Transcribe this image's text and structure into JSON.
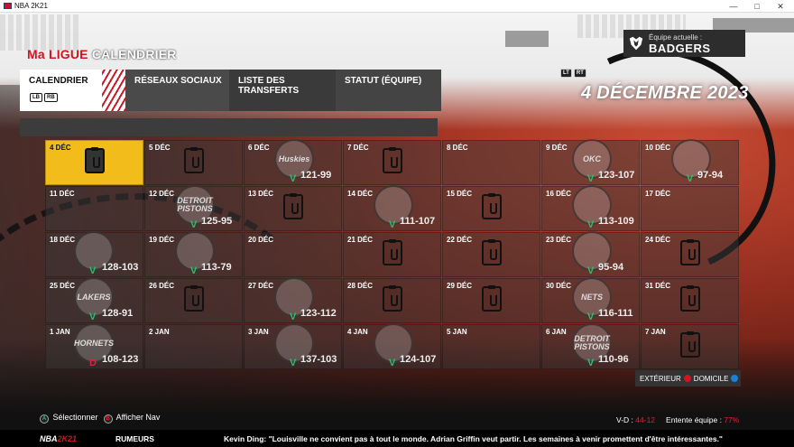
{
  "window": {
    "title": "NBA 2K21",
    "controls": [
      "—",
      "□",
      "✕"
    ]
  },
  "header": {
    "title_prefix": "Ma LIGUE",
    "title_main": "CALENDRIER"
  },
  "team": {
    "label": "Équipe actuelle :",
    "name": "BADGERS",
    "badge_icon": "badger-icon"
  },
  "tabs": [
    {
      "label": "CALENDRIER",
      "active": true,
      "hints": [
        "LB",
        "RB"
      ]
    },
    {
      "label": "RÉSEAUX SOCIAUX",
      "active": false
    },
    {
      "label": "LISTE DES TRANSFERTS",
      "active": false
    },
    {
      "label": "STATUT (ÉQUIPE)",
      "active": false
    }
  ],
  "trigger_hints": [
    "LT",
    "RT"
  ],
  "current_date": "4 DÉCEMBRE 2023",
  "calendar": [
    {
      "day": "4 DÉC",
      "type": "practice",
      "today": true
    },
    {
      "day": "5 DÉC",
      "type": "practice"
    },
    {
      "day": "6 DÉC",
      "type": "game",
      "logo": "Huskies",
      "icon": "huskies-logo-icon",
      "result": "V",
      "score": "121-99"
    },
    {
      "day": "7 DÉC",
      "type": "practice"
    },
    {
      "day": "8 DÉC",
      "type": "empty"
    },
    {
      "day": "9 DÉC",
      "type": "game",
      "logo": "OKC",
      "icon": "thunder-logo-icon",
      "result": "V",
      "score": "123-107"
    },
    {
      "day": "10 DÉC",
      "type": "game",
      "logo": "",
      "icon": "bucks-retro-logo-icon",
      "result": "V",
      "score": "97-94"
    },
    {
      "day": "11 DÉC",
      "type": "empty"
    },
    {
      "day": "12 DÉC",
      "type": "game",
      "logo": "DETROIT PISTONS",
      "icon": "pistons-logo-icon",
      "result": "V",
      "score": "125-95"
    },
    {
      "day": "13 DÉC",
      "type": "practice"
    },
    {
      "day": "14 DÉC",
      "type": "game",
      "logo": "",
      "icon": "raptors-logo-icon",
      "result": "V",
      "score": "111-107"
    },
    {
      "day": "15 DÉC",
      "type": "practice"
    },
    {
      "day": "16 DÉC",
      "type": "game",
      "logo": "",
      "icon": "magic-logo-icon",
      "result": "V",
      "score": "113-109"
    },
    {
      "day": "17 DÉC",
      "type": "empty"
    },
    {
      "day": "18 DÉC",
      "type": "game",
      "logo": "",
      "icon": "blazers-logo-icon",
      "result": "V",
      "score": "128-103"
    },
    {
      "day": "19 DÉC",
      "type": "game",
      "logo": "",
      "icon": "bucks-logo-icon",
      "result": "V",
      "score": "113-79"
    },
    {
      "day": "20 DÉC",
      "type": "empty"
    },
    {
      "day": "21 DÉC",
      "type": "practice"
    },
    {
      "day": "22 DÉC",
      "type": "practice"
    },
    {
      "day": "23 DÉC",
      "type": "game",
      "logo": "",
      "icon": "timberwolves-logo-icon",
      "result": "V",
      "score": "95-94"
    },
    {
      "day": "24 DÉC",
      "type": "practice"
    },
    {
      "day": "25 DÉC",
      "type": "game",
      "logo": "LAKERS",
      "icon": "lakers-logo-icon",
      "result": "V",
      "score": "128-91"
    },
    {
      "day": "26 DÉC",
      "type": "practice"
    },
    {
      "day": "27 DÉC",
      "type": "game",
      "logo": "",
      "icon": "bucks-logo-icon",
      "result": "V",
      "score": "123-112"
    },
    {
      "day": "28 DÉC",
      "type": "practice"
    },
    {
      "day": "29 DÉC",
      "type": "practice"
    },
    {
      "day": "30 DÉC",
      "type": "game",
      "logo": "NETS",
      "icon": "nets-logo-icon",
      "result": "V",
      "score": "116-111"
    },
    {
      "day": "31 DÉC",
      "type": "practice"
    },
    {
      "day": "1 JAN",
      "type": "game",
      "logo": "HORNETS",
      "icon": "hornets-logo-icon",
      "result": "D",
      "score": "108-123"
    },
    {
      "day": "2 JAN",
      "type": "empty"
    },
    {
      "day": "3 JAN",
      "type": "game",
      "logo": "",
      "icon": "timberwolves-logo-icon",
      "result": "V",
      "score": "137-103"
    },
    {
      "day": "4 JAN",
      "type": "game",
      "logo": "",
      "icon": "rockets-logo-icon",
      "result": "V",
      "score": "124-107"
    },
    {
      "day": "5 JAN",
      "type": "empty"
    },
    {
      "day": "6 JAN",
      "type": "game",
      "logo": "DETROIT PISTONS",
      "icon": "pistons-logo-icon",
      "result": "V",
      "score": "110-96"
    },
    {
      "day": "7 JAN",
      "type": "practice"
    }
  ],
  "legend": {
    "away": "EXTÉRIEUR",
    "home": "DOMICILE",
    "away_color": "#d3131f",
    "home_color": "#1e7fd6"
  },
  "hints": [
    {
      "key": "A",
      "label": "Sélectionner",
      "color": "#27c26b"
    },
    {
      "key": "B",
      "label": "Afficher Nav",
      "color": "#e0223a"
    }
  ],
  "record": {
    "label": "V-D :",
    "value": "44-12",
    "chem_label": "Entente équipe :",
    "chem_value": "77%"
  },
  "ticker": {
    "brand_a": "NBA",
    "brand_b": "2K21",
    "section": "RUMEURS",
    "text": "Kevin Ding: \"Louisville ne convient pas à tout le monde. Adrian Griffin veut partir. Les semaines à venir promettent d'être intéressantes.\""
  },
  "colors": {
    "win": "#27c26b",
    "loss": "#e0223a",
    "today": "#f2bd1a",
    "accent": "#d3131f"
  }
}
